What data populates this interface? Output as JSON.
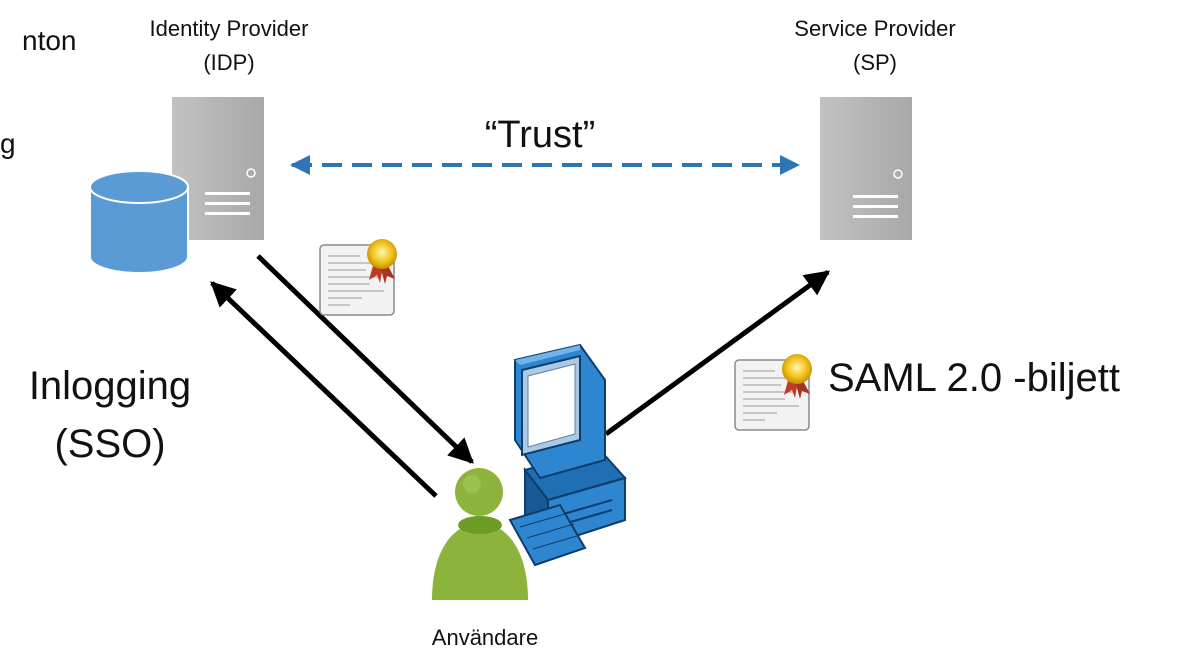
{
  "cut_text": {
    "line1": "nton",
    "line2": "g"
  },
  "idp": {
    "title": "Identity Provider",
    "abbr": "(IDP)"
  },
  "sp": {
    "title": "Service Provider",
    "abbr": "(SP)"
  },
  "trust_label": "“Trust”",
  "login": {
    "line1": "Inlogging",
    "line2": "(SSO)"
  },
  "ticket_label": "SAML 2.0 -biljett",
  "user_label": "Användare",
  "colors": {
    "server": "#b4b4b4",
    "server_dark": "#9a9a9a",
    "database": "#5b9bd5",
    "trust_arrow": "#2e75b6",
    "flow_arrow": "#000000",
    "user": "#8cb43c",
    "computer": "#1f6fb5"
  },
  "icons": [
    "server-icon",
    "database-icon",
    "certificate-icon",
    "user-icon",
    "computer-icon"
  ]
}
